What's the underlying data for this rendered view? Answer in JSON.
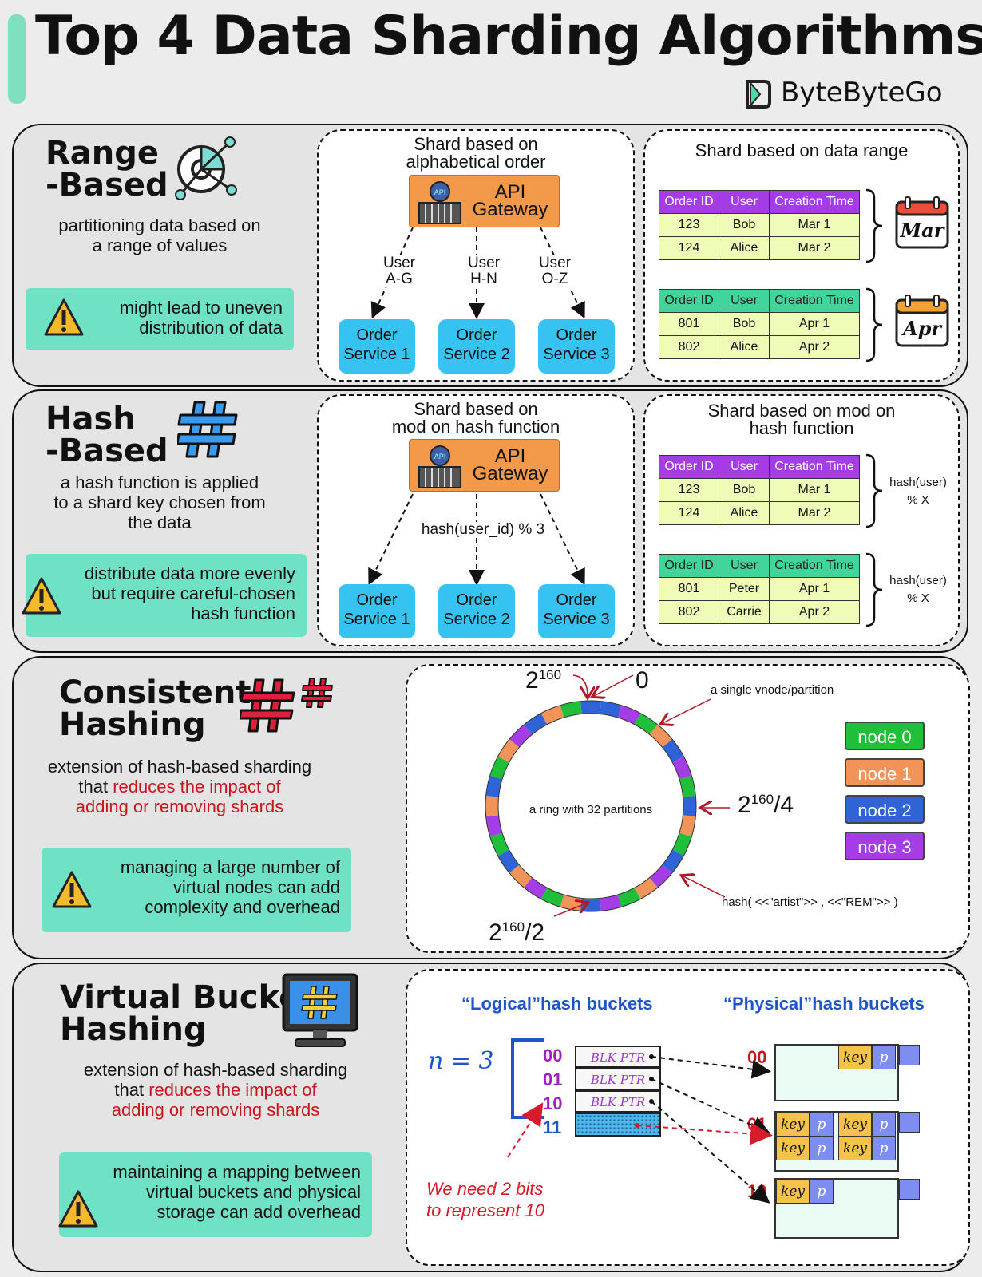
{
  "title": "Top 4 Data Sharding Algorithms",
  "brand": "ByteByteGo",
  "range": {
    "heading": [
      "Range",
      "-Based"
    ],
    "desc": [
      "partitioning data based on",
      "a range of values"
    ],
    "warning": [
      "might lead to uneven",
      "distribution of data"
    ],
    "mid_title": [
      "Shard based on",
      "alphabetical order"
    ],
    "gateway": [
      "API",
      "Gateway"
    ],
    "routes": [
      [
        "User",
        "A-G"
      ],
      [
        "User",
        "H-N"
      ],
      [
        "User",
        "O-Z"
      ]
    ],
    "services": [
      [
        "Order",
        "Service 1"
      ],
      [
        "Order",
        "Service 2"
      ],
      [
        "Order",
        "Service 3"
      ]
    ],
    "right_title": "Shard based on data range",
    "headers": [
      "Order ID",
      "User",
      "Creation Time"
    ],
    "table1": [
      [
        "123",
        "Bob",
        "Mar 1"
      ],
      [
        "124",
        "Alice",
        "Mar 2"
      ]
    ],
    "table2": [
      [
        "801",
        "Bob",
        "Apr 1"
      ],
      [
        "802",
        "Alice",
        "Apr 2"
      ]
    ],
    "cal1": "Mar",
    "cal2": "Apr"
  },
  "hash": {
    "heading": [
      "Hash",
      "-Based"
    ],
    "desc": [
      "a hash function is applied",
      "to a shard key chosen from",
      "the data"
    ],
    "warning": [
      "distribute data more evenly",
      "but require careful-chosen",
      "hash function"
    ],
    "mid_title": [
      "Shard based on",
      "mod on hash function"
    ],
    "gateway": [
      "API",
      "Gateway"
    ],
    "route": "hash(user_id) % 3",
    "services": [
      [
        "Order",
        "Service 1"
      ],
      [
        "Order",
        "Service 2"
      ],
      [
        "Order",
        "Service 3"
      ]
    ],
    "right_title": [
      "Shard based on mod on",
      "hash function"
    ],
    "headers": [
      "Order ID",
      "User",
      "Creation Time"
    ],
    "table1": [
      [
        "123",
        "Bob",
        "Mar 1"
      ],
      [
        "124",
        "Alice",
        "Mar 2"
      ]
    ],
    "table2": [
      [
        "801",
        "Peter",
        "Apr 1"
      ],
      [
        "802",
        "Carrie",
        "Apr 2"
      ]
    ],
    "mod_label": [
      "hash(user)",
      "% X"
    ]
  },
  "consistent": {
    "heading": [
      "Consistent",
      "Hashing"
    ],
    "desc": [
      "extension of hash-based sharding",
      "that ",
      "reduces the impact of",
      "adding or removing shards"
    ],
    "warning": [
      "managing a large number of",
      "virtual nodes can add",
      "complexity and overhead"
    ],
    "ring_label": "a ring with 32 partitions",
    "vnode_label": "a single vnode/partition",
    "hash_label": "hash( <<\"artist\">> , <<\"REM\">> )",
    "top_base": "2",
    "top_exp": "160",
    "zero": "0",
    "quarter_base": "2",
    "quarter_exp": "160",
    "quarter_suffix": "/4",
    "half_base": "2",
    "half_exp": "160",
    "half_suffix": "/2",
    "nodes": [
      {
        "label": "node 0",
        "color": "#1fbf3a"
      },
      {
        "label": "node 1",
        "color": "#f2935a"
      },
      {
        "label": "node 2",
        "color": "#2f63d6"
      },
      {
        "label": "node 3",
        "color": "#a53de6"
      }
    ],
    "ring_colors": [
      "#2f63d6",
      "#2f63d6",
      "#a53de6",
      "#1fbf3a",
      "#f2935a",
      "#2f63d6",
      "#a53de6",
      "#1fbf3a",
      "#2f63d6",
      "#f2935a",
      "#1fbf3a",
      "#2f63d6",
      "#a53de6",
      "#f2935a",
      "#1fbf3a",
      "#a53de6",
      "#2f63d6",
      "#f2935a",
      "#1fbf3a",
      "#a53de6",
      "#f2935a",
      "#2f63d6",
      "#1fbf3a",
      "#a53de6",
      "#f2935a",
      "#2f63d6",
      "#1fbf3a",
      "#f2935a",
      "#a53de6",
      "#2f63d6",
      "#f2935a",
      "#1fbf3a"
    ]
  },
  "virtual": {
    "heading": [
      "Virtual Bucket",
      "Hashing"
    ],
    "desc": [
      "extension of hash-based sharding",
      "that ",
      "reduces the impact of",
      "adding or removing shards"
    ],
    "warning": [
      "maintaining a mapping between",
      "virtual buckets and physical",
      "storage can add overhead"
    ],
    "logical": "“Logical”hash buckets",
    "physical": "“Physical”hash buckets",
    "n_label": "n = 3",
    "bits": [
      "00",
      "01",
      "10",
      "11"
    ],
    "ptr": "BLK PTR",
    "phys_labels": [
      "00",
      "01",
      "10"
    ],
    "key": "key",
    "p": "p",
    "note": [
      "We need 2 bits",
      "to represent 10"
    ]
  }
}
